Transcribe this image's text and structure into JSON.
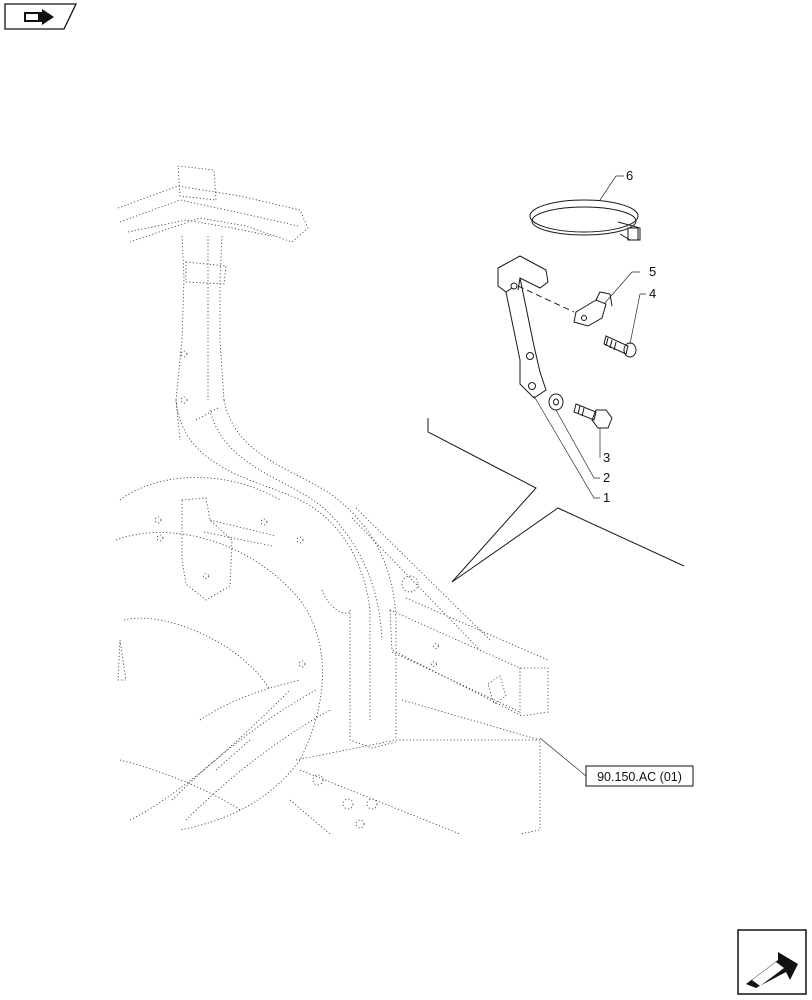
{
  "callouts": [
    {
      "label": "1"
    },
    {
      "label": "2"
    },
    {
      "label": "3"
    },
    {
      "label": "4"
    },
    {
      "label": "5"
    },
    {
      "label": "6"
    }
  ],
  "reference": {
    "label": "90.150.AC (01)"
  },
  "icons": {
    "top_left": "navigation-badge-icon",
    "bottom_right": "next-page-arrow-icon"
  }
}
